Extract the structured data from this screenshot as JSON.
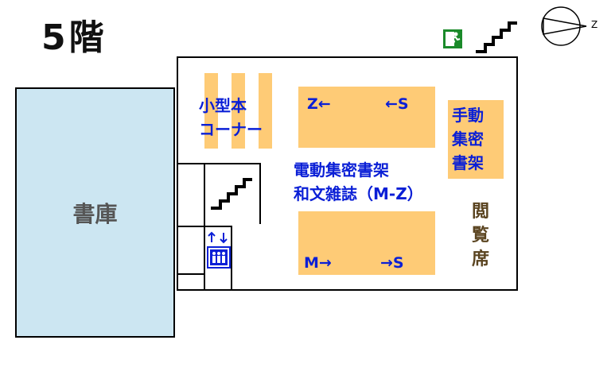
{
  "floor": {
    "title": "5階"
  },
  "rooms": {
    "storage": {
      "label": "書庫"
    },
    "small_books": {
      "line1": "小型本",
      "line2": "コーナー"
    },
    "mobile_shelves_center": {
      "line1": "電動集密書架",
      "line2": "和文雑誌（M-Z）"
    },
    "mobile_shelves_right": {
      "line1": "手動",
      "line2": "集密",
      "line3": "書架"
    },
    "reading_seats": {
      "line1": "閲",
      "line2": "覧",
      "line3": "席"
    }
  },
  "shelf_markers": {
    "top_left": "Z←",
    "top_right": "←S",
    "bottom_left": "M→",
    "bottom_right": "→S"
  },
  "compass": {
    "label": "Z"
  },
  "icons": {
    "exit": "emergency-exit-icon",
    "stairs": "stairs-icon",
    "elevator": "elevator-icon"
  },
  "colors": {
    "storage_fill": "#cce6f2",
    "shelf_fill": "#fecb76",
    "label_blue": "#0a1fd6",
    "exit_green": "#1a8a2a"
  }
}
